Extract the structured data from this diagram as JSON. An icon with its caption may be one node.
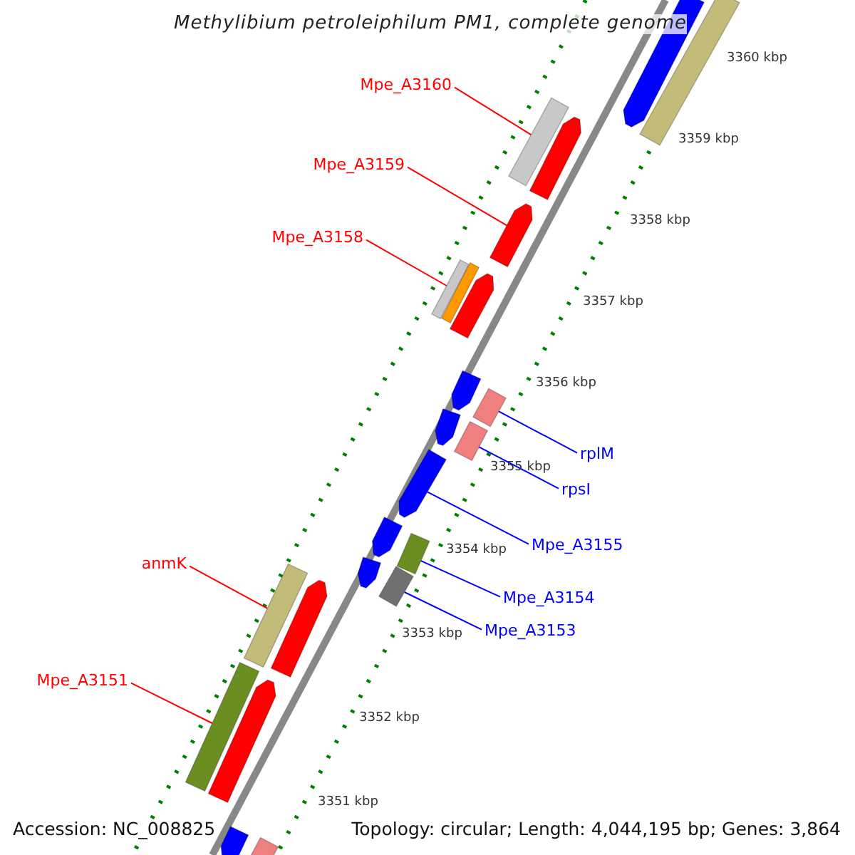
{
  "diagram": {
    "title": "Methylibium petroleiphilum PM1, complete genome",
    "nodes": [
      {
        "text": [],
        "shape": "bar"
      },
      {
        "text": [],
        "shape": "arrow"
      },
      {
        "text": [
          "Mpe_A3160"
        ]
      },
      {
        "text": [],
        "shape": "bar"
      },
      {
        "text": [],
        "shape": "arrow"
      },
      {
        "text": [
          "Mpe_A3159"
        ]
      },
      {
        "text": [],
        "shape": "arrow"
      },
      {
        "text": [
          "Mpe_A3158"
        ]
      },
      {
        "text": [],
        "shape": "bar"
      },
      {
        "text": [],
        "shape": "bar"
      },
      {
        "text": [],
        "shape": "arrow"
      },
      {
        "text": [],
        "shape": "arrow"
      },
      {
        "text": [
          "rplM"
        ]
      },
      {
        "text": [],
        "shape": "bar"
      },
      {
        "text": [],
        "shape": "arrow"
      },
      {
        "text": [
          "rpsI"
        ]
      },
      {
        "text": [],
        "shape": "bar"
      },
      {
        "text": [
          "Mpe_A3155"
        ]
      },
      {
        "text": [],
        "shape": "arrow"
      },
      {
        "text": [],
        "shape": "arrow"
      },
      {
        "text": [
          "Mpe_A3154"
        ]
      },
      {
        "text": [],
        "shape": "bar"
      },
      {
        "text": [],
        "shape": "arrow"
      },
      {
        "text": [
          "anmK"
        ]
      },
      {
        "text": [],
        "shape": "bar"
      },
      {
        "text": [
          "Mpe_A3153"
        ]
      },
      {
        "text": [],
        "shape": "bar"
      },
      {
        "text": [],
        "shape": "arrow"
      },
      {
        "text": [
          "Mpe_A3151"
        ]
      },
      {
        "text": [],
        "shape": "bar"
      },
      {
        "text": [],
        "shape": "arrow"
      },
      {
        "text": [],
        "shape": "arrow"
      },
      {
        "text": [],
        "shape": "bar"
      }
    ],
    "edges": [
      {
        "from": 2,
        "to": 3,
        "arrow": "none",
        "color": "#ff0000"
      },
      {
        "from": 5,
        "to": 6,
        "arrow": "none",
        "color": "#ff0000"
      },
      {
        "from": 7,
        "to": 8,
        "arrow": "none",
        "color": "#ff0000"
      },
      {
        "from": 12,
        "to": 13,
        "arrow": "none",
        "color": "#0000ff"
      },
      {
        "from": 15,
        "to": 16,
        "arrow": "none",
        "color": "#0000ff"
      },
      {
        "from": 17,
        "to": 18,
        "arrow": "none",
        "color": "#0000ff"
      },
      {
        "from": 20,
        "to": 21,
        "arrow": "none",
        "color": "#0000ff"
      },
      {
        "from": 23,
        "to": 24,
        "arrow": "none",
        "color": "#ff0000"
      },
      {
        "from": 25,
        "to": 26,
        "arrow": "none",
        "color": "#0000ff"
      },
      {
        "from": 28,
        "to": 29,
        "arrow": "none",
        "color": "#ff0000"
      }
    ],
    "labels": [
      "3360 kbp",
      "3359 kbp",
      "3358 kbp",
      "3357 kbp",
      "3356 kbp",
      "3355 kbp",
      "3354 kbp",
      "3353 kbp",
      "3352 kbp",
      "3351 kbp",
      "Accession: NC_008825",
      "Topology: circular; Length: 4,044,195 bp; Genes: 3,864"
    ]
  }
}
